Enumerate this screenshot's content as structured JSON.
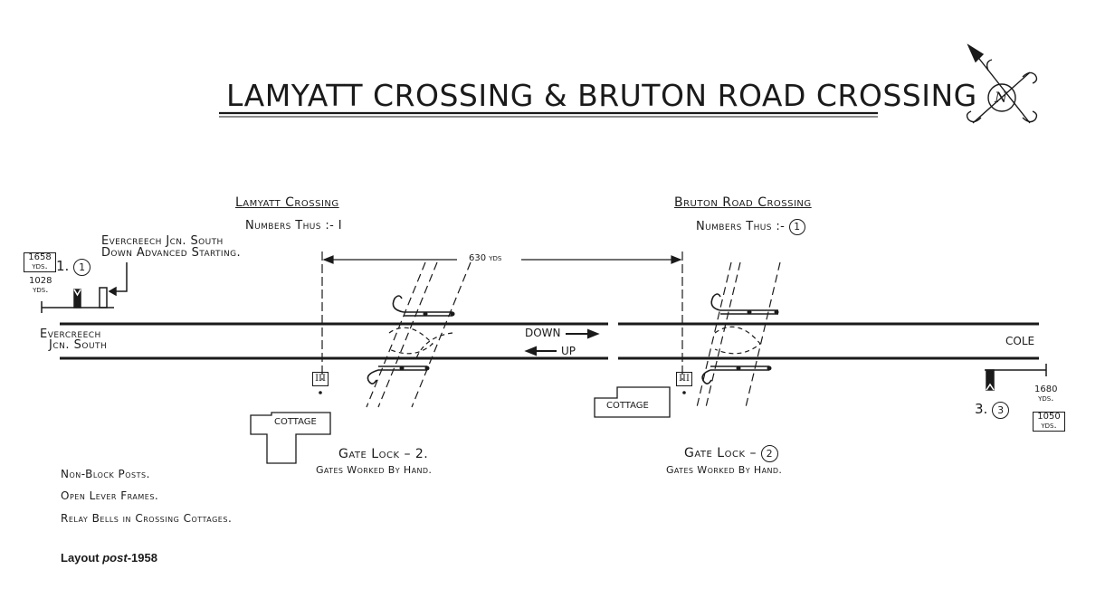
{
  "title": "LAMYATT CROSSING & BRUTON ROAD CROSSING",
  "lamyatt": {
    "heading": "Lamyatt Crossing",
    "numbers_note": "Numbers Thus :- I",
    "gate_lock": "Gate Lock – 2.",
    "gate_note": "Gates Worked By Hand.",
    "cottage": "COTTAGE",
    "frame_label": "III"
  },
  "bruton": {
    "heading": "Bruton Road Crossing",
    "numbers_note": "Numbers Thus :- ",
    "numbers_circled": "1",
    "gate_lock": "Gate Lock – ",
    "gate_lock_circled": "2",
    "gate_note": "Gates Worked By Hand.",
    "cottage": "COTTAGE",
    "frame_label": "III"
  },
  "distance_label": "630 yds",
  "directions": {
    "down": "DOWN",
    "up": "UP"
  },
  "left_end": {
    "place": "Evercreech",
    "place2": "Jcn. South",
    "signal_note1": "Evercreech Jcn. South",
    "signal_note2": "Down Advanced Starting.",
    "signal_number": "1.",
    "signal_number_circled": "1",
    "dist_top": "1658",
    "dist_top_unit": "yds.",
    "dist_bottom": "1028",
    "dist_bottom_unit": "yds."
  },
  "right_end": {
    "place": "COLE",
    "signal_number": "3.",
    "signal_number_circled": "3",
    "dist_top": "1680",
    "dist_top_unit": "yds.",
    "dist_bottom": "1050",
    "dist_bottom_unit": "yds."
  },
  "notes": [
    "Non-Block Posts.",
    "Open Lever Frames.",
    "Relay Bells in Crossing Cottages."
  ],
  "caption": {
    "prefix": "Layout ",
    "italic": "post",
    "suffix": "-1958"
  },
  "compass": {
    "letter": "N"
  }
}
